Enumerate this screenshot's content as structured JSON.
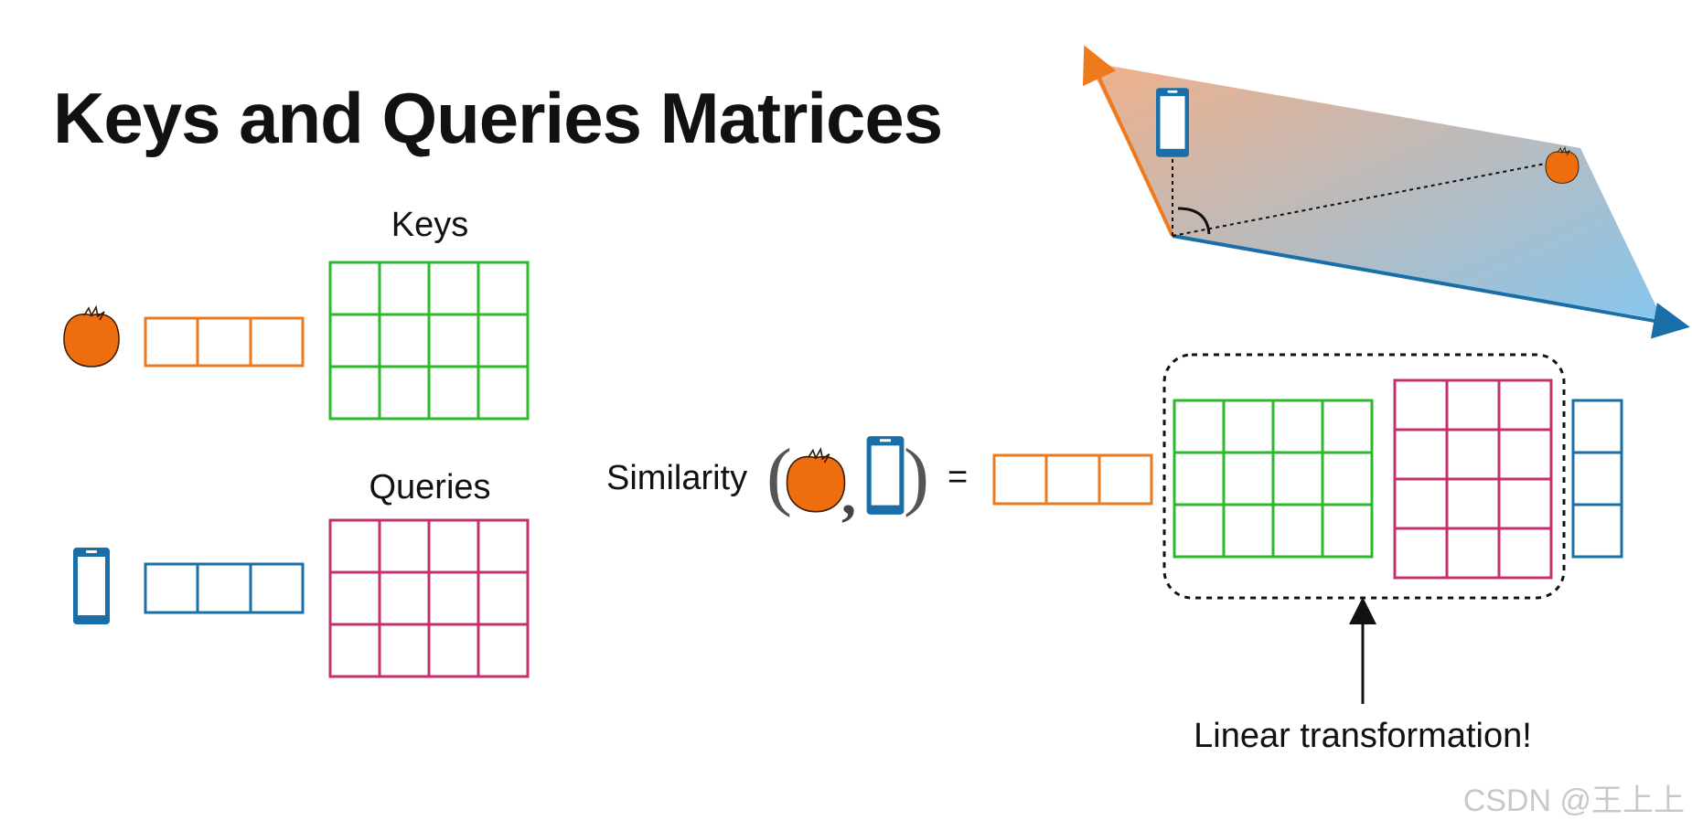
{
  "title": "Keys and Queries Matrices",
  "labels": {
    "keys": "Keys",
    "queries": "Queries",
    "similarity": "Similarity",
    "equals": "=",
    "comma": ",",
    "open_paren": "(",
    "close_paren": ")",
    "linear_transformation": "Linear transformation!"
  },
  "watermark": "CSDN @王上上",
  "colors": {
    "orange": "#ee7a1e",
    "tomato": "#ee6d0e",
    "blue": "#1a6fa8",
    "green": "#2eb82e",
    "magenta": "#c42f6e",
    "plane_start": "#f0b08a",
    "plane_end": "#86c6ee",
    "text": "#111111",
    "watermark": "#c8c8c8"
  },
  "icons": [
    "tomato-icon",
    "phone-icon"
  ]
}
